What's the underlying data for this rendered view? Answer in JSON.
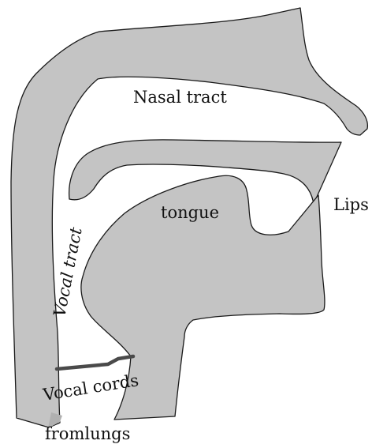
{
  "labels": {
    "nasal_tract": "Nasal tract",
    "tongue": "tongue",
    "lips": "Lips",
    "vocal_tract": "Vocal tract",
    "vocal_cords": "Vocal cords",
    "from_lungs": "fromlungs"
  },
  "colors": {
    "tissue_fill": "#c4c4c4",
    "outline": "#1a1a1a",
    "vocal_cords_stroke": "#4a4a4a",
    "lung_opening_fill": "#b0b0b0",
    "label_text": "#111111"
  }
}
